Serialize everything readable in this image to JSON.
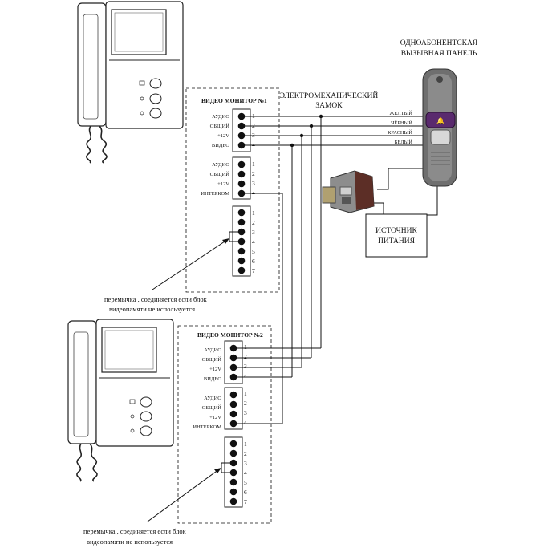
{
  "titles": {
    "panel": [
      "ОДНОАБОНЕНТСКАЯ",
      "ВЫЗЫВНАЯ ПАНЕЛЬ"
    ],
    "lock": [
      "ЭЛЕКТРОМЕХАНИЧЕСКИЙ",
      "ЗАМОК"
    ],
    "power": [
      "ИСТОЧНИК",
      "ПИТАНИЯ"
    ]
  },
  "wire_colors": [
    "ЖЕЛТЫЙ",
    "ЧЁРНЫЙ",
    "КРАСНЫЙ",
    "БЕЛЫЙ"
  ],
  "monitor1": {
    "title": "ВИДЕО МОНИТОР №1",
    "block1": [
      "АУДИО",
      "ОБЩИЙ",
      "+12V",
      "ВИДЕО"
    ],
    "block2": [
      "АУДИО",
      "ОБЩИЙ",
      "+12V",
      "ИНТЕРКОМ"
    ],
    "note": [
      "перемычка ,  соединяется если блок",
      "видеопамяти не используется"
    ]
  },
  "monitor2": {
    "title": "ВИДЕО МОНИТОР №2",
    "block1": [
      "АУДИО",
      "ОБЩИЙ",
      "+12V",
      "ВИДЕО"
    ],
    "block2": [
      "АУДИО",
      "ОБЩИЙ",
      "+12V",
      "ИНТЕРКОМ"
    ],
    "note": [
      "перемычка ,  соединяется если блок",
      "видеопамяти не используется"
    ]
  },
  "pins4": [
    "1",
    "2",
    "3",
    "4"
  ],
  "pins7": [
    "1",
    "2",
    "3",
    "4",
    "5",
    "6",
    "7"
  ]
}
